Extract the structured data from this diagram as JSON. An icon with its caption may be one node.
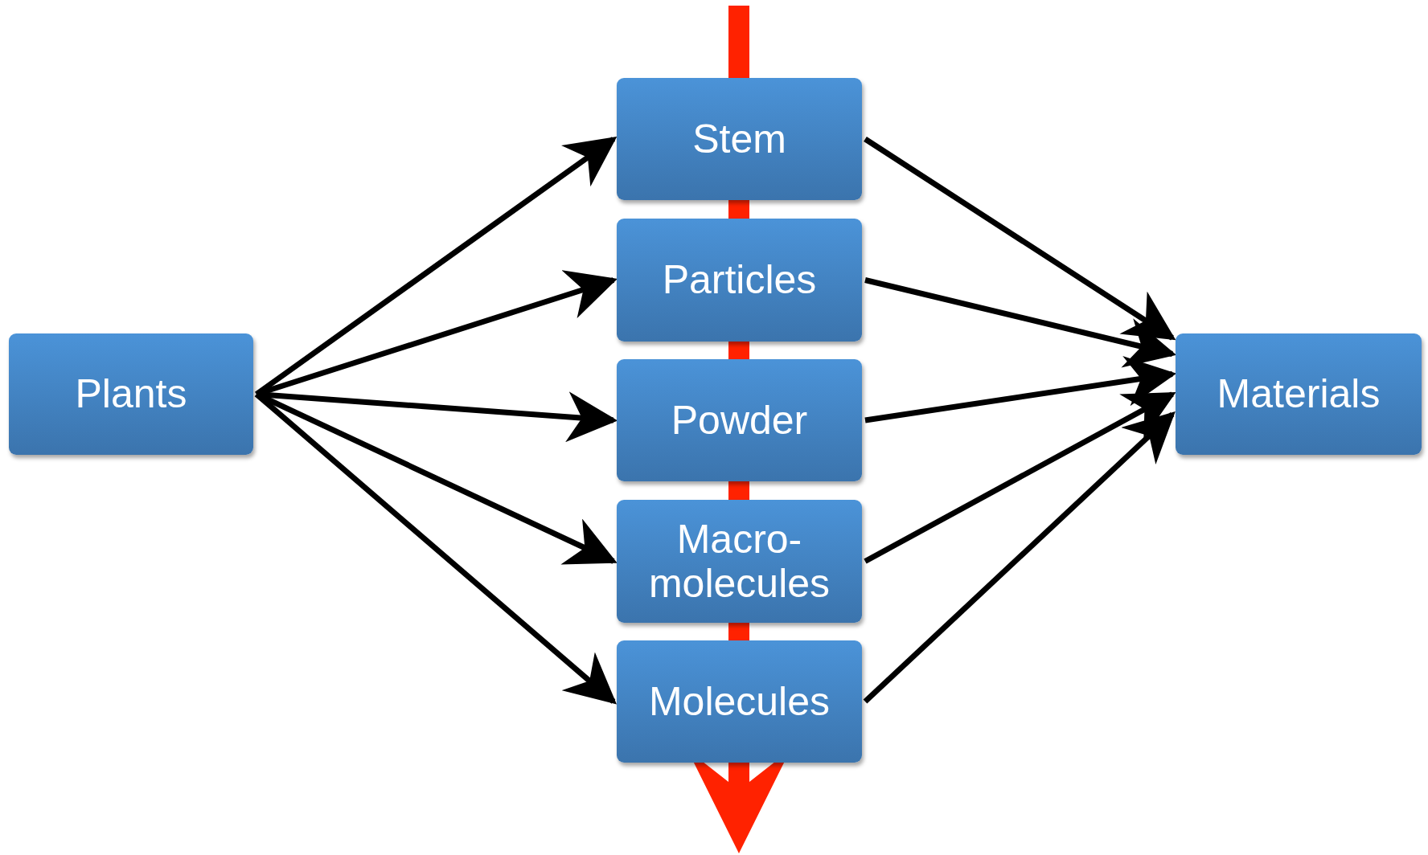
{
  "diagram": {
    "nodes": [
      {
        "text": [
          "Plants"
        ]
      },
      {
        "text": [
          "Stem"
        ]
      },
      {
        "text": [
          "Particles"
        ]
      },
      {
        "text": [
          "Powder"
        ]
      },
      {
        "text": [
          "Macro- molecules"
        ]
      },
      {
        "text": [
          "Molecules"
        ]
      },
      {
        "text": [
          "Materials"
        ]
      }
    ],
    "edges": [
      {
        "from": 0,
        "to": 1,
        "arrow": "to"
      },
      {
        "from": 0,
        "to": 2,
        "arrow": "to"
      },
      {
        "from": 0,
        "to": 3,
        "arrow": "to"
      },
      {
        "from": 0,
        "to": 4,
        "arrow": "to"
      },
      {
        "from": 0,
        "to": 5,
        "arrow": "to"
      },
      {
        "from": 1,
        "to": 6,
        "arrow": "to"
      },
      {
        "from": 2,
        "to": 6,
        "arrow": "to"
      },
      {
        "from": 3,
        "to": 6,
        "arrow": "to"
      },
      {
        "from": 4,
        "to": 6,
        "arrow": "to"
      },
      {
        "from": 5,
        "to": 6,
        "arrow": "to"
      }
    ]
  }
}
